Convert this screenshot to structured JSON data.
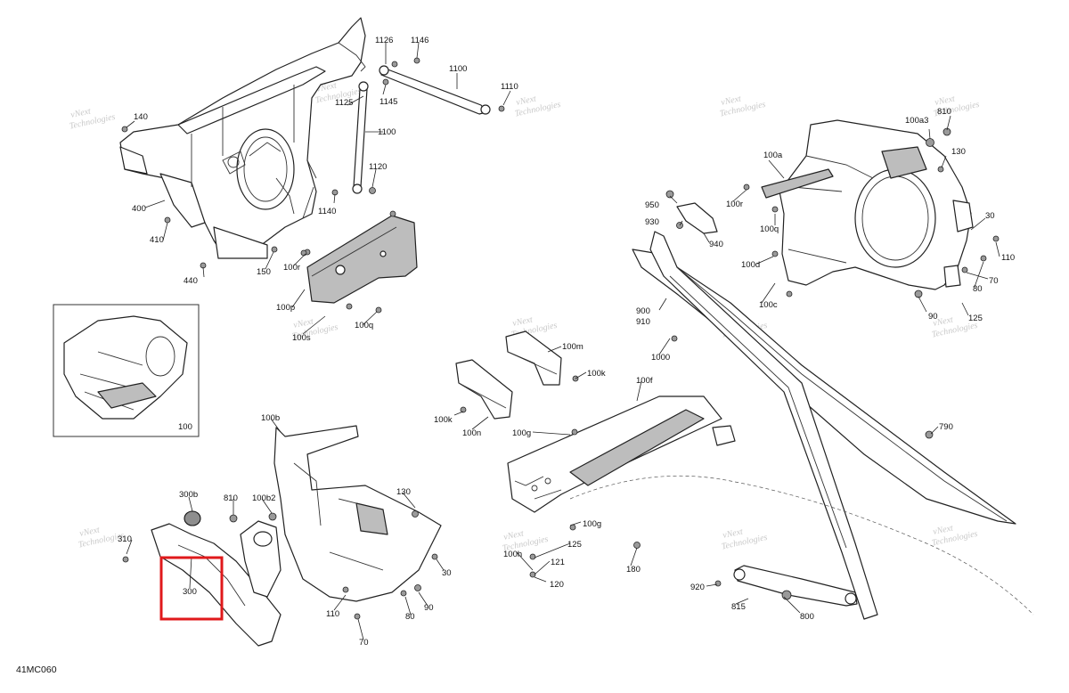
{
  "diagram_code": "41MC060",
  "watermark": [
    "vNext",
    "Technologies"
  ],
  "highlight": {
    "part": "300",
    "color": "#e0191b"
  },
  "labels": {
    "l1126": "1126",
    "l1146": "1146",
    "l1100a": "1100",
    "l1110": "1110",
    "l1125a": "1125",
    "l1145": "1145",
    "l1100b": "1100",
    "l1120": "1120",
    "l1140": "1140",
    "l140": "140",
    "l400": "400",
    "l410": "410",
    "l150": "150",
    "l100r_a": "100r",
    "l440": "440",
    "l100p": "100p",
    "l100s": "100s",
    "l100q_a": "100q",
    "l100": "100",
    "l810a": "810",
    "l100a3": "100a3",
    "l130a": "130",
    "l100a": "100a",
    "l950": "950",
    "l100r_b": "100r",
    "l930": "930",
    "l100q_b": "100q",
    "l30a": "30",
    "l940": "940",
    "l110a": "110",
    "l100d": "100d",
    "l80a": "80",
    "l70a": "70",
    "l100c": "100c",
    "l90a": "90",
    "l125a": "125",
    "l900": "900",
    "l910": "910",
    "l1000": "1000",
    "l100m": "100m",
    "l100k_a": "100k",
    "l100f": "100f",
    "l100k_b": "100k",
    "l100n": "100n",
    "l100g_a": "100g",
    "l790": "790",
    "l100g_b": "100g",
    "l125b": "125",
    "l100h": "100h",
    "l121": "121",
    "l180": "180",
    "l120": "120",
    "l920": "920",
    "l815": "815",
    "l800": "800",
    "l100b": "100b",
    "l300b": "300b",
    "l810b": "810",
    "l100b2": "100b2",
    "l130b": "130",
    "l310": "310",
    "l300": "300",
    "l30b": "30",
    "l110b": "110",
    "l80b": "80",
    "l90b": "90",
    "l70b": "70"
  }
}
